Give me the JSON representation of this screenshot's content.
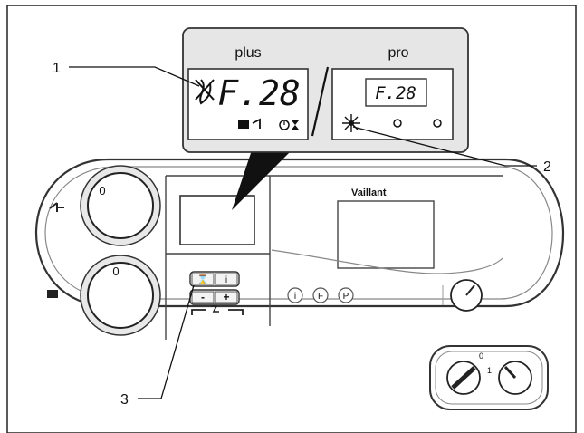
{
  "callouts": {
    "one": "1",
    "two": "2",
    "three": "3"
  },
  "zoom_panel": {
    "plus": {
      "title": "plus",
      "code": "F.28",
      "status_icons": [
        "flame-fault-icon",
        "radiator-icon",
        "tap-icon",
        "clock-icon",
        "hourglass-icon"
      ]
    },
    "pro": {
      "title": "pro",
      "code": "F.28",
      "status_icons": [
        "blinking-light-icon",
        "led-1-icon",
        "led-2-icon"
      ]
    }
  },
  "boiler": {
    "brand": "Vaillant",
    "hot_water_dial_value": "0",
    "heating_dial_value": "0",
    "buttons": [
      "i",
      "-",
      "+"
    ],
    "mode_buttons": [
      "i",
      "F",
      "P"
    ],
    "main_switch_positions": [
      "0",
      "1"
    ]
  }
}
